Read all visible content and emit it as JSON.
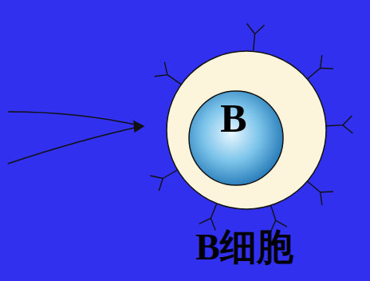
{
  "diagram": {
    "nodes": [
      {
        "text": [
          "B细胞"
        ]
      },
      {
        "text": [
          "B"
        ],
        "in": 0
      }
    ]
  }
}
